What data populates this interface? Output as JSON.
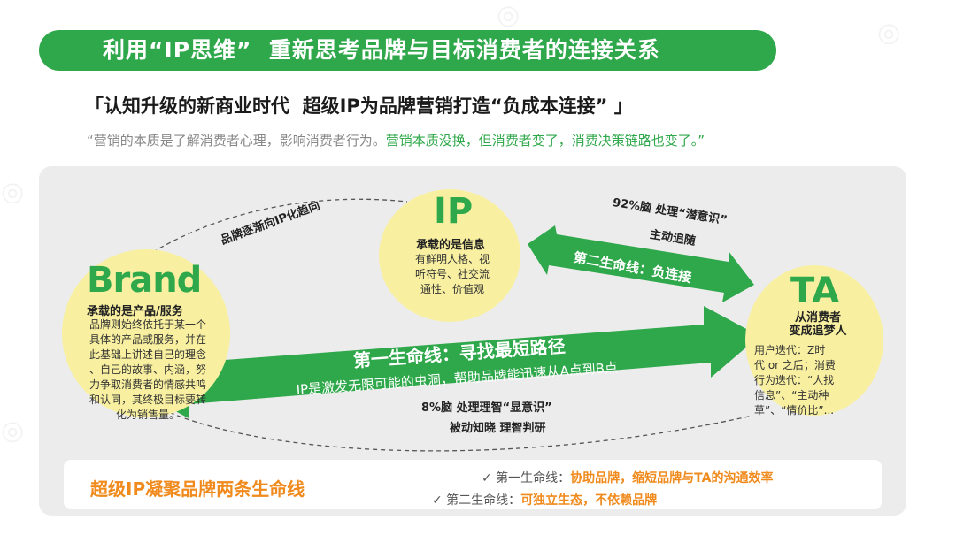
{
  "header": {
    "banner": "利用“IP思维”  重新思考品牌与目标消费者的连接关系",
    "subtitle": "「认知升级的新商业时代  超级IP为品牌营销打造“负成本连接” 」",
    "quote_normal": "“营销的本质是了解消费者心理，影响消费者行为。",
    "quote_highlight": "营销本质没换，但消费者变了，消费决策链路也变了。”"
  },
  "diagram": {
    "ip": {
      "title": "IP",
      "subtitle": "承载的是信息",
      "desc": [
        "有鲜明人格、视",
        "听符号、社交流",
        "通性、价值观"
      ]
    },
    "brand": {
      "title": "Brand",
      "subtitle": "承载的是产品/服务",
      "desc": [
        "品牌则始终依托于某一个",
        "具体的产品或服务，并在",
        "此基础上讲述自己的理念",
        "、自己的故事、内涵，努",
        "力争取消费者的情感共鸣",
        "和认同，其终极目标要转",
        "化为销售量。"
      ]
    },
    "ta": {
      "title": "TA",
      "subtitle": [
        "从消费者",
        "变成追梦人"
      ],
      "desc": [
        "用户迭代：Z时",
        "代 or 之后；消费",
        "行为迭代：“人找",
        "信息”、“主动种",
        "草”、“情价比”..."
      ]
    },
    "curve_label": "品牌逐渐向IP化趋向",
    "upper_arrow": {
      "label": "第二生命线：负连接",
      "note_1": "92%脑 处理“潜意识”",
      "note_2": "主动追随"
    },
    "lower_arrow": {
      "label": "第一生命线：寻找最短路径",
      "desc": "IP是激发无限可能的虫洞，帮助品牌能迅速从A点到B点",
      "note_1": "8%脑 处理理智“显意识”",
      "note_2": "被动知晓 理智判研"
    }
  },
  "summary": {
    "title": "超级IP凝聚品牌两条生命线",
    "line1_prefix": "✓ 第一生命线：",
    "line1_emphasis": "协助品牌，缩短品牌与TA的沟通效率",
    "line2_prefix": "✓ 第二生命线：",
    "line2_emphasis": "可独立生态，不依赖品牌"
  },
  "colors": {
    "green": "#2ea84a",
    "orange": "#f08a1c",
    "yellow": "#f8f0a0"
  }
}
